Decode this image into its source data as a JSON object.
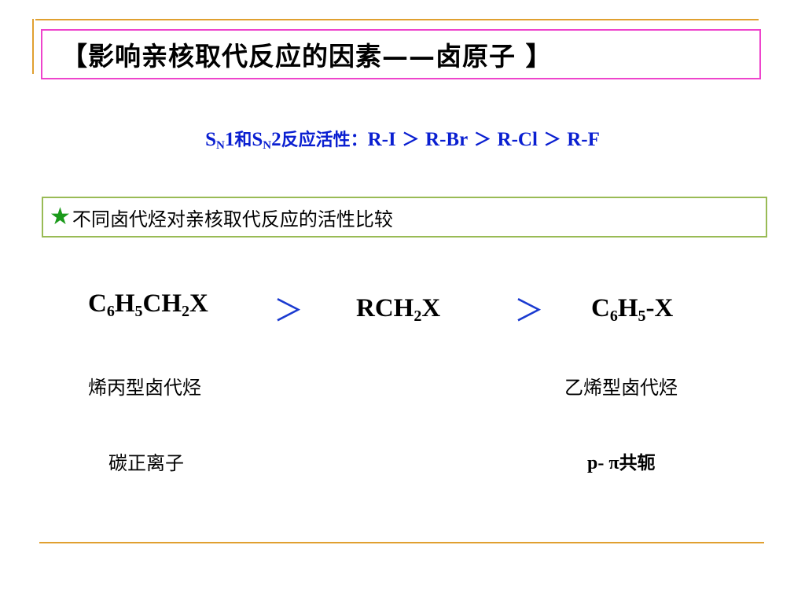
{
  "title": "【影响亲核取代反应的因素——卤原子 】",
  "reactivity": {
    "s1": "S",
    "n1": "N",
    "one": "1",
    "he": "和",
    "s2": "S",
    "n2": "N",
    "two": "2",
    "label": "反应活性：",
    "ri": "R-I",
    "gt1": " ＞ ",
    "rbr": "R-Br",
    "gt2": " ＞ ",
    "rcl": "R-Cl",
    "gt3": " ＞ ",
    "rf": "R-F"
  },
  "comparison": {
    "star_icon": "★",
    "text": "不同卤代烃对亲核取代反应的活性比较"
  },
  "formulas": {
    "benzyl": {
      "p1": "C",
      "s1": "6",
      "p2": "H",
      "s2": "5",
      "p3": "CH",
      "s3": "2",
      "p4": "X"
    },
    "alkyl": {
      "p1": "RCH",
      "s1": "2",
      "p2": "X"
    },
    "phenyl": {
      "p1": "C",
      "s1": "6",
      "p2": "H",
      "s2": "5",
      "p3": "-X"
    },
    "gt_symbol": "＞"
  },
  "labels": {
    "allyl_type": "烯丙型卤代烃",
    "vinyl_type": "乙烯型卤代烃",
    "carbocation": "碳正离子",
    "conjugation_prefix": "p- π",
    "conjugation_suffix": "共轭"
  },
  "colors": {
    "title_border": "#ee44cc",
    "reactivity_text": "#0a1fd1",
    "comparison_border": "#99bb55",
    "star": "#1a9a1a",
    "gt_symbol": "#1a3ad0",
    "decor_lines": "#e0a030"
  }
}
